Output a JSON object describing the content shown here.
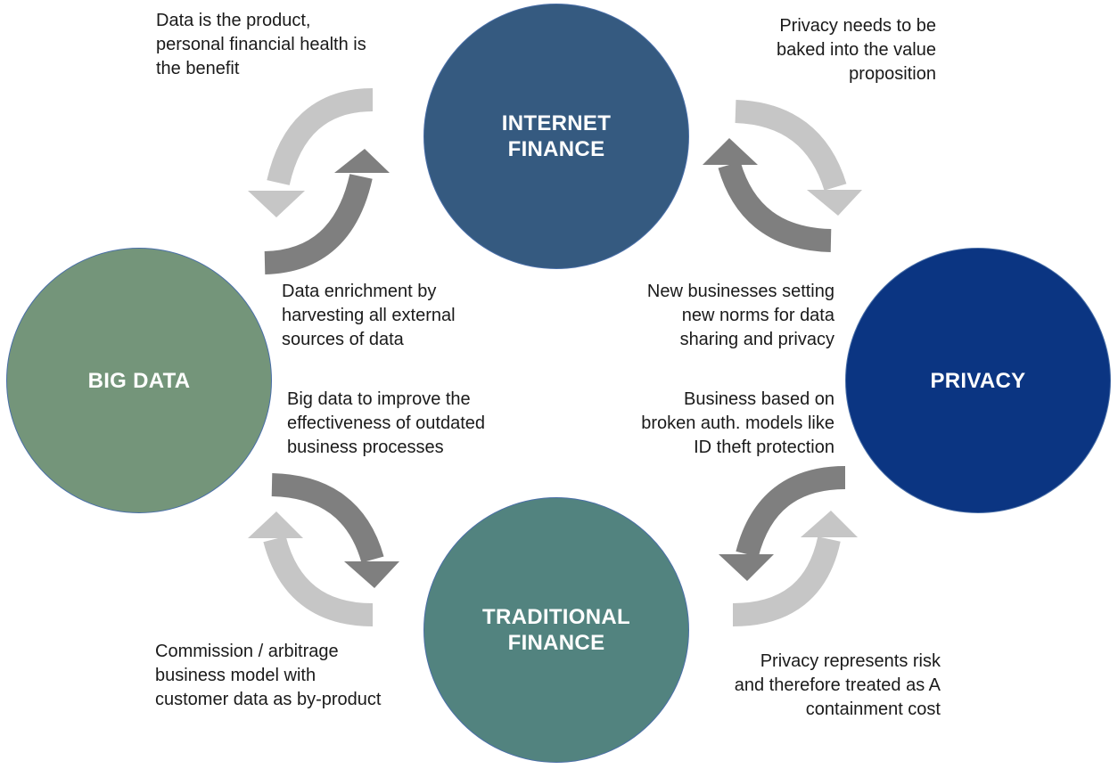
{
  "nodes": {
    "internet_finance": "INTERNET\nFINANCE",
    "big_data": "BIG DATA",
    "privacy": "PRIVACY",
    "traditional_finance": "TRADITIONAL\nFINANCE"
  },
  "notes": {
    "top_left": "Data is the product,\npersonal financial health is\nthe benefit",
    "top_right": "Privacy needs to be\nbaked into the  value\nproposition",
    "mid_left_upper": "Data enrichment by\nharvesting all external\nsources of data",
    "mid_left_lower": "Big data to improve the\neffectiveness of outdated\nbusiness processes",
    "mid_right_upper": "New businesses setting\nnew norms for data\nsharing and privacy",
    "mid_right_lower": "Business based on\nbroken auth. models like\nID theft protection",
    "bottom_left": "Commission / arbitrage\nbusiness model with\ncustomer data as by-product",
    "bottom_right": "Privacy represents risk\nand therefore treated as A\ncontainment cost"
  },
  "colors": {
    "internet_finance": "#355a80",
    "big_data": "#74957a",
    "privacy": "#0b3582",
    "traditional_finance": "#52837f",
    "arrow_light": "#c6c6c6",
    "arrow_dark": "#7f7f7f"
  }
}
